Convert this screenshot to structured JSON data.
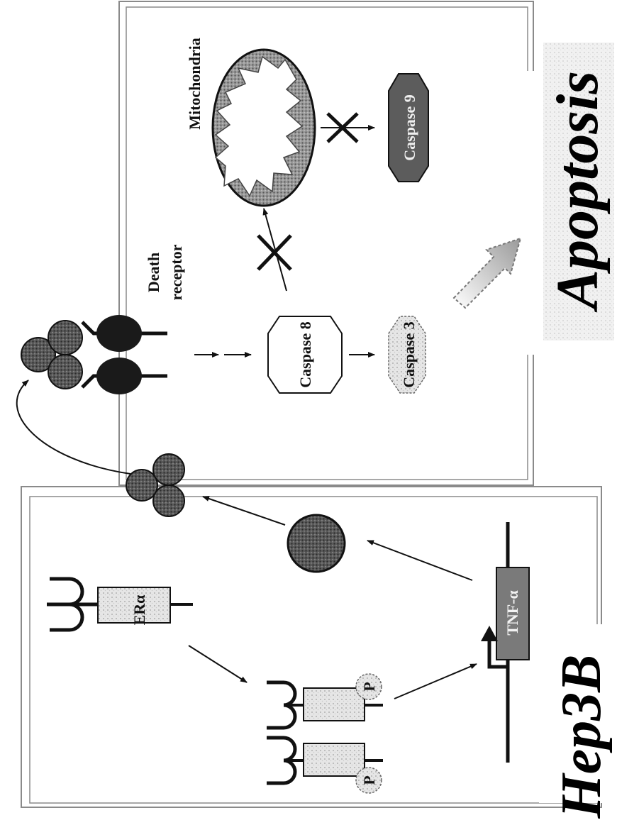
{
  "diagram": {
    "hep3b_label": "Hep3B",
    "apoptosis_label": "Apoptosis",
    "er_alpha_label": "ERα",
    "phospho_p1": "P",
    "phospho_p2": "P",
    "tnf_gene_label": "TNF-α",
    "death_receptor_line1": "Death",
    "death_receptor_line2": "receptor",
    "mitochondria_label": "Mitochondria",
    "caspase8_label": "Caspase 8",
    "caspase3_label": "Caspase 3",
    "caspase9_label": "Caspase 9"
  },
  "colors": {
    "ink": "#111111",
    "box_border": "#8a8a8a",
    "mito_fill": "#8c8c8c",
    "tnf_fill": "#7a7a7a",
    "receptor_fill": "#1a1a1a",
    "protein_fill": "#5e5e5e"
  }
}
